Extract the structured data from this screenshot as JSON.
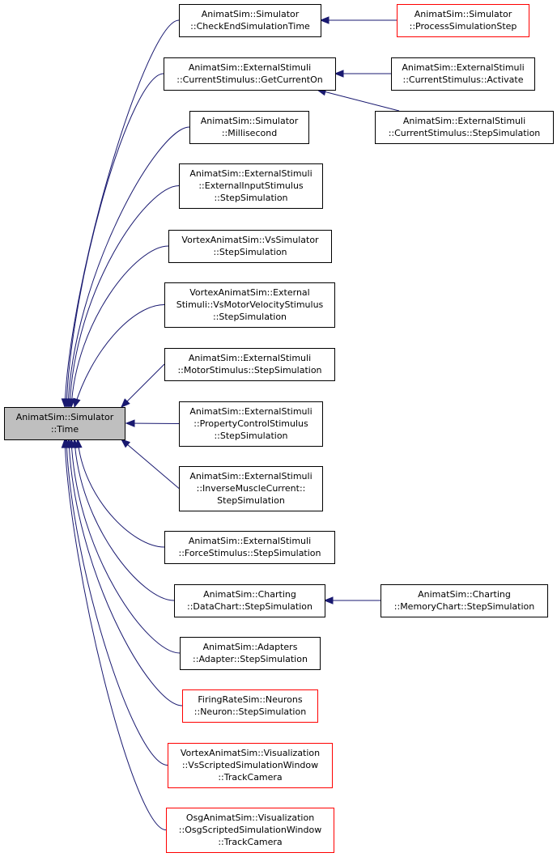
{
  "graph": {
    "root": {
      "id": "root",
      "lines": [
        "AnimatSim::Simulator",
        "::Time"
      ],
      "style": "root"
    },
    "nodes": [
      {
        "id": "n1",
        "lines": [
          "AnimatSim::Simulator",
          "::CheckEndSimulationTime"
        ],
        "style": "black"
      },
      {
        "id": "n2",
        "lines": [
          "AnimatSim::Simulator",
          "::ProcessSimulationStep"
        ],
        "style": "red"
      },
      {
        "id": "n3",
        "lines": [
          "AnimatSim::ExternalStimuli",
          "::CurrentStimulus::GetCurrentOn"
        ],
        "style": "black"
      },
      {
        "id": "n4",
        "lines": [
          "AnimatSim::ExternalStimuli",
          "::CurrentStimulus::Activate"
        ],
        "style": "black"
      },
      {
        "id": "n5",
        "lines": [
          "AnimatSim::ExternalStimuli",
          "::CurrentStimulus::StepSimulation"
        ],
        "style": "black"
      },
      {
        "id": "n6",
        "lines": [
          "AnimatSim::Simulator",
          "::Millisecond"
        ],
        "style": "black"
      },
      {
        "id": "n7",
        "lines": [
          "AnimatSim::ExternalStimuli",
          "::ExternalInputStimulus",
          "::StepSimulation"
        ],
        "style": "black"
      },
      {
        "id": "n8",
        "lines": [
          "VortexAnimatSim::VsSimulator",
          "::StepSimulation"
        ],
        "style": "black"
      },
      {
        "id": "n9",
        "lines": [
          "VortexAnimatSim::External",
          "Stimuli::VsMotorVelocityStimulus",
          "::StepSimulation"
        ],
        "style": "black"
      },
      {
        "id": "n10",
        "lines": [
          "AnimatSim::ExternalStimuli",
          "::MotorStimulus::StepSimulation"
        ],
        "style": "black"
      },
      {
        "id": "n11",
        "lines": [
          "AnimatSim::ExternalStimuli",
          "::PropertyControlStimulus",
          "::StepSimulation"
        ],
        "style": "black"
      },
      {
        "id": "n12",
        "lines": [
          "AnimatSim::ExternalStimuli",
          "::InverseMuscleCurrent::",
          "StepSimulation"
        ],
        "style": "black"
      },
      {
        "id": "n13",
        "lines": [
          "AnimatSim::ExternalStimuli",
          "::ForceStimulus::StepSimulation"
        ],
        "style": "black"
      },
      {
        "id": "n14",
        "lines": [
          "AnimatSim::Charting",
          "::DataChart::StepSimulation"
        ],
        "style": "black"
      },
      {
        "id": "n15",
        "lines": [
          "AnimatSim::Charting",
          "::MemoryChart::StepSimulation"
        ],
        "style": "black"
      },
      {
        "id": "n16",
        "lines": [
          "AnimatSim::Adapters",
          "::Adapter::StepSimulation"
        ],
        "style": "black"
      },
      {
        "id": "n17",
        "lines": [
          "FiringRateSim::Neurons",
          "::Neuron::StepSimulation"
        ],
        "style": "red"
      },
      {
        "id": "n18",
        "lines": [
          "VortexAnimatSim::Visualization",
          "::VsScriptedSimulationWindow",
          "::TrackCamera"
        ],
        "style": "red"
      },
      {
        "id": "n19",
        "lines": [
          "OsgAnimatSim::Visualization",
          "::OsgScriptedSimulationWindow",
          "::TrackCamera"
        ],
        "style": "red"
      }
    ],
    "edges": [
      {
        "from": "n1",
        "to": "root"
      },
      {
        "from": "n3",
        "to": "root"
      },
      {
        "from": "n6",
        "to": "root"
      },
      {
        "from": "n7",
        "to": "root"
      },
      {
        "from": "n8",
        "to": "root"
      },
      {
        "from": "n9",
        "to": "root"
      },
      {
        "from": "n10",
        "to": "root"
      },
      {
        "from": "n11",
        "to": "root"
      },
      {
        "from": "n12",
        "to": "root"
      },
      {
        "from": "n13",
        "to": "root"
      },
      {
        "from": "n14",
        "to": "root"
      },
      {
        "from": "n16",
        "to": "root"
      },
      {
        "from": "n17",
        "to": "root"
      },
      {
        "from": "n18",
        "to": "root"
      },
      {
        "from": "n19",
        "to": "root"
      },
      {
        "from": "n2",
        "to": "n1"
      },
      {
        "from": "n4",
        "to": "n3"
      },
      {
        "from": "n5",
        "to": "n3"
      },
      {
        "from": "n15",
        "to": "n14"
      }
    ],
    "colors": {
      "edge": "#191970",
      "root_fill": "#bfbfbf",
      "box_border": "#000000",
      "red_border": "#ff0000"
    }
  }
}
